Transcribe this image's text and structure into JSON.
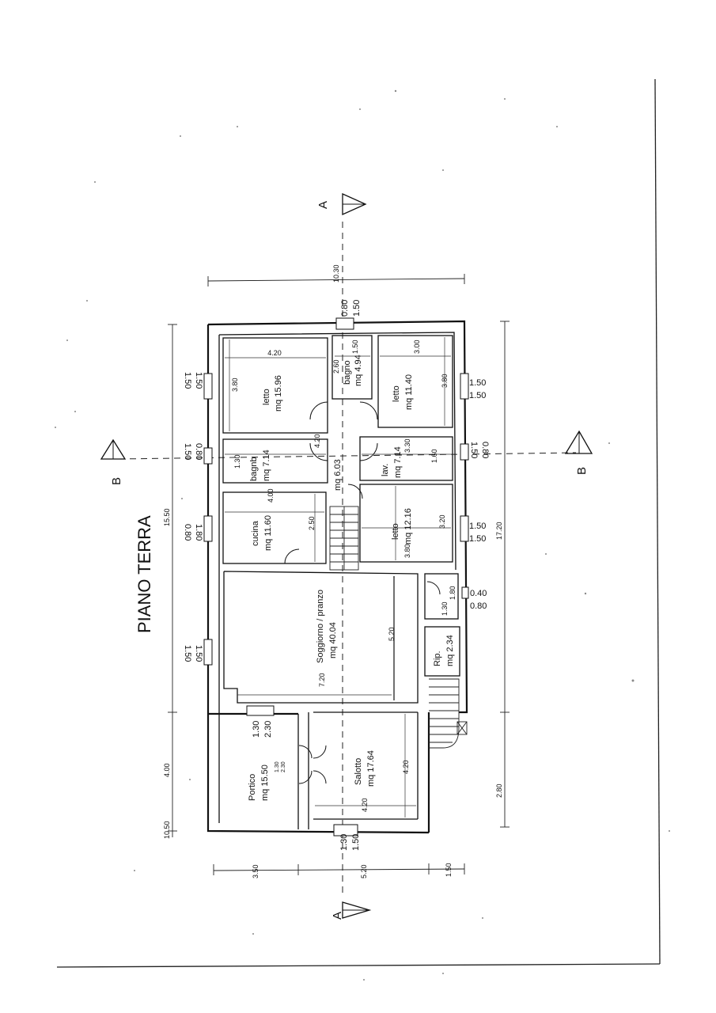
{
  "plan": {
    "title": "PIANO TERRA",
    "section_a": "A",
    "section_b": "B",
    "rooms": {
      "letto_1": {
        "name": "letto",
        "area": "mq 15.96"
      },
      "bagno_1": {
        "name": "bagno",
        "area": "mq 4.94"
      },
      "letto_2": {
        "name": "letto",
        "area": "mq 11.40"
      },
      "bagno_2": {
        "name": "bagnb",
        "area": "mq 7.14"
      },
      "lav": {
        "name": "lav.",
        "area": "mq 7.14"
      },
      "cucina": {
        "name": "cucina",
        "area": "mq 11.60"
      },
      "letto_3": {
        "name": "letto",
        "area": "mq 12.16"
      },
      "soggiorno": {
        "name": "Soggiorno / pranzo",
        "area": "mq 40.04"
      },
      "rip": {
        "name": "Rip.",
        "area": "mq 2.34"
      },
      "portico": {
        "name": "Portico",
        "area": "mq 15.50"
      },
      "salotto": {
        "name": "Salotto",
        "area": "mq 17.64"
      },
      "disimpegno": {
        "name": "mq 6.03"
      }
    },
    "dimensions": {
      "top_overall": "10.30",
      "left_overall": "15.50",
      "right_overall": "17.20",
      "left_portico": "4.00",
      "left_end": "10.50",
      "right_stair": "2.80",
      "bottom_1": "3.50",
      "bottom_2": "5.20",
      "bottom_3": "1.50",
      "letto1_w": "4.20",
      "letto1_h": "3.80",
      "bagno1_a": "1.50",
      "bagno1_b": "2.60",
      "letto2_w": "3.00",
      "letto2_h": "3.80",
      "bagno2_a": "4.20",
      "bagno2_b": "1.30",
      "lav_a": "3.30",
      "lav_b": "1.60",
      "cucina_w": "4.00",
      "cucina_h": "2.50",
      "letto3_w": "3.20",
      "letto3_h": "3.80",
      "soggiorno_w": "7.20",
      "soggiorno_h": "5.20",
      "rip_a": "1.30",
      "rip_b": "1.80",
      "salotto_w": "4.20",
      "salotto_h": "4.20"
    },
    "windows": {
      "top": {
        "a": "0.80",
        "b": "1.50"
      },
      "left_letto": {
        "a": "1.50",
        "b": "1.50"
      },
      "left_bagno": {
        "a": "1.50",
        "b": "0.80"
      },
      "left_cucina": {
        "a": "0.80",
        "b": "1.80"
      },
      "left_soggiorno": {
        "a": "1.50",
        "b": "1.50"
      },
      "right_letto": {
        "a": "1.50",
        "b": "1.50"
      },
      "right_lav": {
        "a": "1.50",
        "b": "0.80"
      },
      "right_letto3": {
        "a": "1.50",
        "b": "1.50"
      },
      "right_rip": {
        "a": "0.40",
        "b": "0.80"
      },
      "door_portico": {
        "a": "1.30",
        "b": "2.30"
      },
      "door_bottom": {
        "a": "1.30",
        "b": "1.50"
      },
      "door_french": {
        "a": "1.30",
        "b": "2.30"
      }
    }
  }
}
